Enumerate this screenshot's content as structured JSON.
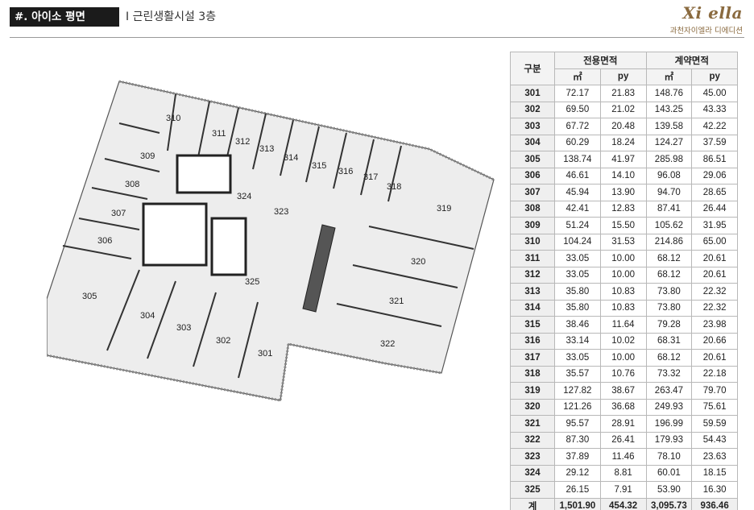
{
  "header": {
    "title": "#. 아이소 평면",
    "subtitle": "I 근린생활시설 3층",
    "logo_text": "Xi ella",
    "logo_sub": "과천자이엘라 디에디션"
  },
  "plan": {
    "units": [
      "301",
      "302",
      "303",
      "304",
      "305",
      "306",
      "307",
      "308",
      "309",
      "310",
      "311",
      "312",
      "313",
      "314",
      "315",
      "316",
      "317",
      "318",
      "319",
      "320",
      "321",
      "322",
      "323",
      "324",
      "325"
    ]
  },
  "table": {
    "header": {
      "category": "구분",
      "exclusive": "전용면적",
      "contract": "계약면적",
      "unit_m2": "㎡",
      "unit_py": "py"
    },
    "rows": [
      {
        "id": "301",
        "ex_m2": "72.17",
        "ex_py": "21.83",
        "ct_m2": "148.76",
        "ct_py": "45.00"
      },
      {
        "id": "302",
        "ex_m2": "69.50",
        "ex_py": "21.02",
        "ct_m2": "143.25",
        "ct_py": "43.33"
      },
      {
        "id": "303",
        "ex_m2": "67.72",
        "ex_py": "20.48",
        "ct_m2": "139.58",
        "ct_py": "42.22"
      },
      {
        "id": "304",
        "ex_m2": "60.29",
        "ex_py": "18.24",
        "ct_m2": "124.27",
        "ct_py": "37.59"
      },
      {
        "id": "305",
        "ex_m2": "138.74",
        "ex_py": "41.97",
        "ct_m2": "285.98",
        "ct_py": "86.51"
      },
      {
        "id": "306",
        "ex_m2": "46.61",
        "ex_py": "14.10",
        "ct_m2": "96.08",
        "ct_py": "29.06"
      },
      {
        "id": "307",
        "ex_m2": "45.94",
        "ex_py": "13.90",
        "ct_m2": "94.70",
        "ct_py": "28.65"
      },
      {
        "id": "308",
        "ex_m2": "42.41",
        "ex_py": "12.83",
        "ct_m2": "87.41",
        "ct_py": "26.44"
      },
      {
        "id": "309",
        "ex_m2": "51.24",
        "ex_py": "15.50",
        "ct_m2": "105.62",
        "ct_py": "31.95"
      },
      {
        "id": "310",
        "ex_m2": "104.24",
        "ex_py": "31.53",
        "ct_m2": "214.86",
        "ct_py": "65.00"
      },
      {
        "id": "311",
        "ex_m2": "33.05",
        "ex_py": "10.00",
        "ct_m2": "68.12",
        "ct_py": "20.61"
      },
      {
        "id": "312",
        "ex_m2": "33.05",
        "ex_py": "10.00",
        "ct_m2": "68.12",
        "ct_py": "20.61"
      },
      {
        "id": "313",
        "ex_m2": "35.80",
        "ex_py": "10.83",
        "ct_m2": "73.80",
        "ct_py": "22.32"
      },
      {
        "id": "314",
        "ex_m2": "35.80",
        "ex_py": "10.83",
        "ct_m2": "73.80",
        "ct_py": "22.32"
      },
      {
        "id": "315",
        "ex_m2": "38.46",
        "ex_py": "11.64",
        "ct_m2": "79.28",
        "ct_py": "23.98"
      },
      {
        "id": "316",
        "ex_m2": "33.14",
        "ex_py": "10.02",
        "ct_m2": "68.31",
        "ct_py": "20.66"
      },
      {
        "id": "317",
        "ex_m2": "33.05",
        "ex_py": "10.00",
        "ct_m2": "68.12",
        "ct_py": "20.61"
      },
      {
        "id": "318",
        "ex_m2": "35.57",
        "ex_py": "10.76",
        "ct_m2": "73.32",
        "ct_py": "22.18"
      },
      {
        "id": "319",
        "ex_m2": "127.82",
        "ex_py": "38.67",
        "ct_m2": "263.47",
        "ct_py": "79.70"
      },
      {
        "id": "320",
        "ex_m2": "121.26",
        "ex_py": "36.68",
        "ct_m2": "249.93",
        "ct_py": "75.61"
      },
      {
        "id": "321",
        "ex_m2": "95.57",
        "ex_py": "28.91",
        "ct_m2": "196.99",
        "ct_py": "59.59"
      },
      {
        "id": "322",
        "ex_m2": "87.30",
        "ex_py": "26.41",
        "ct_m2": "179.93",
        "ct_py": "54.43"
      },
      {
        "id": "323",
        "ex_m2": "37.89",
        "ex_py": "11.46",
        "ct_m2": "78.10",
        "ct_py": "23.63"
      },
      {
        "id": "324",
        "ex_m2": "29.12",
        "ex_py": "8.81",
        "ct_m2": "60.01",
        "ct_py": "18.15"
      },
      {
        "id": "325",
        "ex_m2": "26.15",
        "ex_py": "7.91",
        "ct_m2": "53.90",
        "ct_py": "16.30"
      }
    ],
    "total": {
      "label": "계",
      "ex_m2": "1,501.90",
      "ex_py": "454.32",
      "ct_m2": "3,095.73",
      "ct_py": "936.46"
    }
  }
}
